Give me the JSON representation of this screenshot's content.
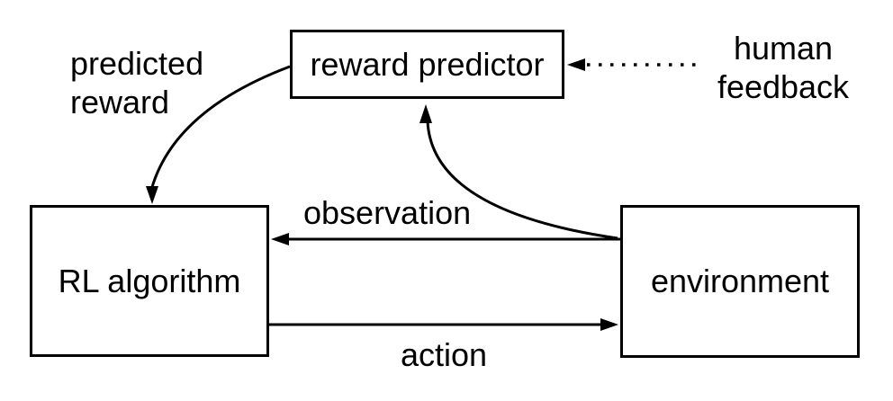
{
  "figure": {
    "background_color": "#ffffff",
    "line_color": "#000000",
    "text_color": "#000000",
    "nodes": {
      "reward_predictor": {
        "label": "reward predictor"
      },
      "rl_algorithm": {
        "label": "RL algorithm"
      },
      "environment": {
        "label": "environment"
      }
    },
    "edge_labels": {
      "predicted_reward": "predicted reward",
      "human_feedback": "human feedback",
      "observation": "observation",
      "action": "action"
    }
  }
}
